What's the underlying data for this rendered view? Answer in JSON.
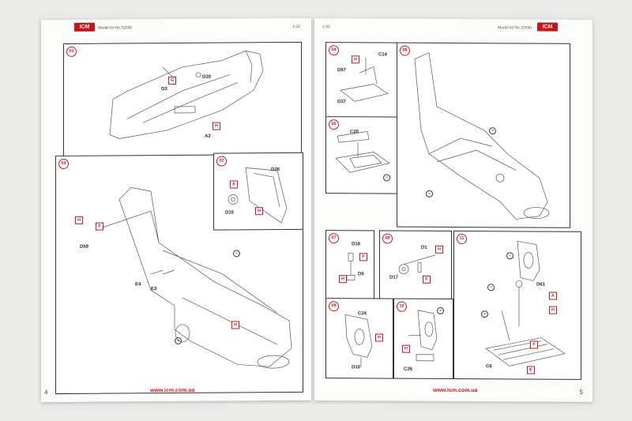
{
  "left_page": {
    "logo": "ICM",
    "model_kit": "Model kit No.32040",
    "scale": "1:32",
    "page_number": "4",
    "url": "www.icm.com.ua"
  },
  "right_page": {
    "logo": "ICM",
    "model_kit": "Model kit No.32040",
    "scale": "1:32",
    "page_number": "5",
    "url": "www.icm.com.ua"
  },
  "steps": {
    "s01": {
      "number": "01",
      "parts": [
        "D20",
        "D3",
        "A2"
      ],
      "paint": [
        "G",
        "H"
      ]
    },
    "s02": {
      "number": "02",
      "parts": [
        "D26",
        "D15"
      ],
      "paint": [
        "A",
        "H"
      ]
    },
    "s03": {
      "number": "03",
      "parts": [
        "D59",
        "E4",
        "E3"
      ],
      "paint": [
        "H",
        "F",
        "H"
      ],
      "refs": [
        "01",
        "02"
      ]
    },
    "s04": {
      "number": "04",
      "parts": [
        "C14",
        "D57",
        "D37"
      ],
      "paint": [
        "H"
      ]
    },
    "s05": {
      "number": "05",
      "parts": [
        "C20"
      ],
      "refs": [
        "04"
      ]
    },
    "s06": {
      "number": "06",
      "refs": [
        "03",
        "05"
      ]
    },
    "s07": {
      "number": "07",
      "parts": [
        "D18",
        "D5"
      ],
      "paint": [
        "F",
        "H"
      ]
    },
    "s08": {
      "number": "08",
      "parts": [
        "D1",
        "D17"
      ],
      "paint": [
        "H",
        "F"
      ]
    },
    "s09": {
      "number": "09",
      "parts": [
        "C24",
        "D10"
      ],
      "paint": [
        "H"
      ]
    },
    "s10": {
      "number": "10",
      "parts": [
        "C26"
      ],
      "paint": [
        "H"
      ],
      "refs": [
        "09"
      ]
    },
    "s11": {
      "number": "11",
      "parts": [
        "D61",
        "C6"
      ],
      "paint": [
        "A",
        "H",
        "F",
        "E"
      ],
      "refs": [
        "10",
        "07",
        "08"
      ]
    }
  }
}
